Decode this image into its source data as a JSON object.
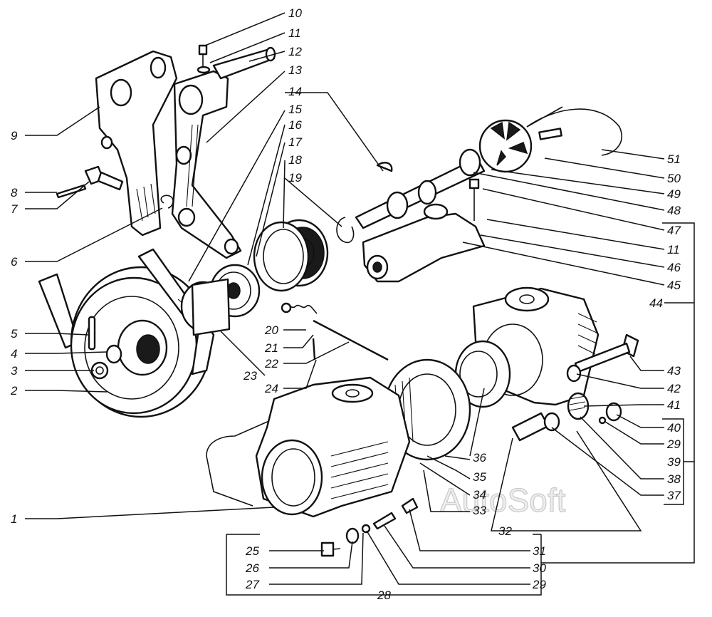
{
  "watermark": "AutoSoft",
  "callouts": {
    "c1": "1",
    "c2": "2",
    "c3": "3",
    "c4": "4",
    "c5": "5",
    "c6": "6",
    "c7": "7",
    "c8": "8",
    "c9": "9",
    "c10": "10",
    "c11a": "11",
    "c11b": "11",
    "c12": "12",
    "c13": "13",
    "c14": "14",
    "c15": "15",
    "c16": "16",
    "c17": "17",
    "c18": "18",
    "c19": "19",
    "c20": "20",
    "c21": "21",
    "c22": "22",
    "c23": "23",
    "c24": "24",
    "c25": "25",
    "c26": "26",
    "c27": "27",
    "c28": "28",
    "c29a": "29",
    "c29b": "29",
    "c30": "30",
    "c31": "31",
    "c32": "32",
    "c33": "33",
    "c34": "34",
    "c35": "35",
    "c36": "36",
    "c37": "37",
    "c38": "38",
    "c39": "39",
    "c40": "40",
    "c41": "41",
    "c42": "42",
    "c43": "43",
    "c44": "44",
    "c45": "45",
    "c46": "46",
    "c47": "47",
    "c48": "48",
    "c49": "49",
    "c50": "50",
    "c51": "51"
  }
}
